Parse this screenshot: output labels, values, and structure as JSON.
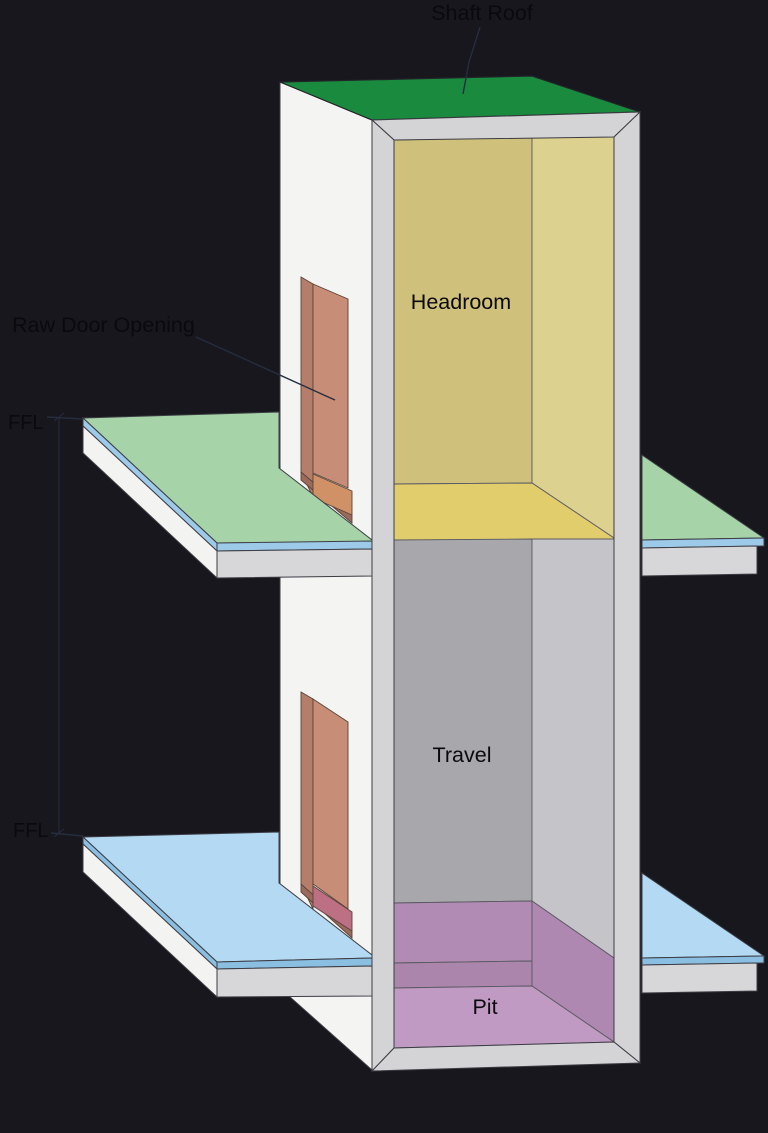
{
  "diagram": {
    "type": "elevator-shaft-section",
    "annotations": {
      "shaft_roof": "Shaft Roof",
      "raw_door_opening": "Raw Door Opening",
      "ffl_upper": "FFL",
      "ffl_lower": "FFL"
    },
    "regions": {
      "headroom": "Headroom",
      "travel": "Travel",
      "pit": "Pit"
    }
  },
  "colors": {
    "background": "#17171d",
    "shaft_roof_green": "#1a8a3e",
    "shaft_wall_white": "#f4f4f2",
    "shaft_frame_gray": "#d4d4d6",
    "headroom_back": "#cfc07b",
    "headroom_side": "#dcd18e",
    "headroom_floor": "#e2cd6d",
    "travel_back": "#a8a8ac",
    "travel_side": "#c5c5c9",
    "pit_back": "#b18bb3",
    "pit_band": "#ab85ab",
    "pit_side": "#ae88b0",
    "pit_floor": "#c09ac2",
    "upper_slab_top": "#a7d3a9",
    "lower_slab_top": "#b4d9f2",
    "screed_edge_upper": "#9ccae8",
    "screed_edge_lower": "#8abfe2",
    "slab_side_white": "#f3f3f1",
    "slab_front_gray": "#d7d7d9",
    "door_face": "#c78d76",
    "door_jamb": "#b57e6b",
    "door_sill_upper": "#d09166",
    "door_sill_lower": "#bd7083",
    "door_sill_shadow": "#9c6a5c"
  }
}
